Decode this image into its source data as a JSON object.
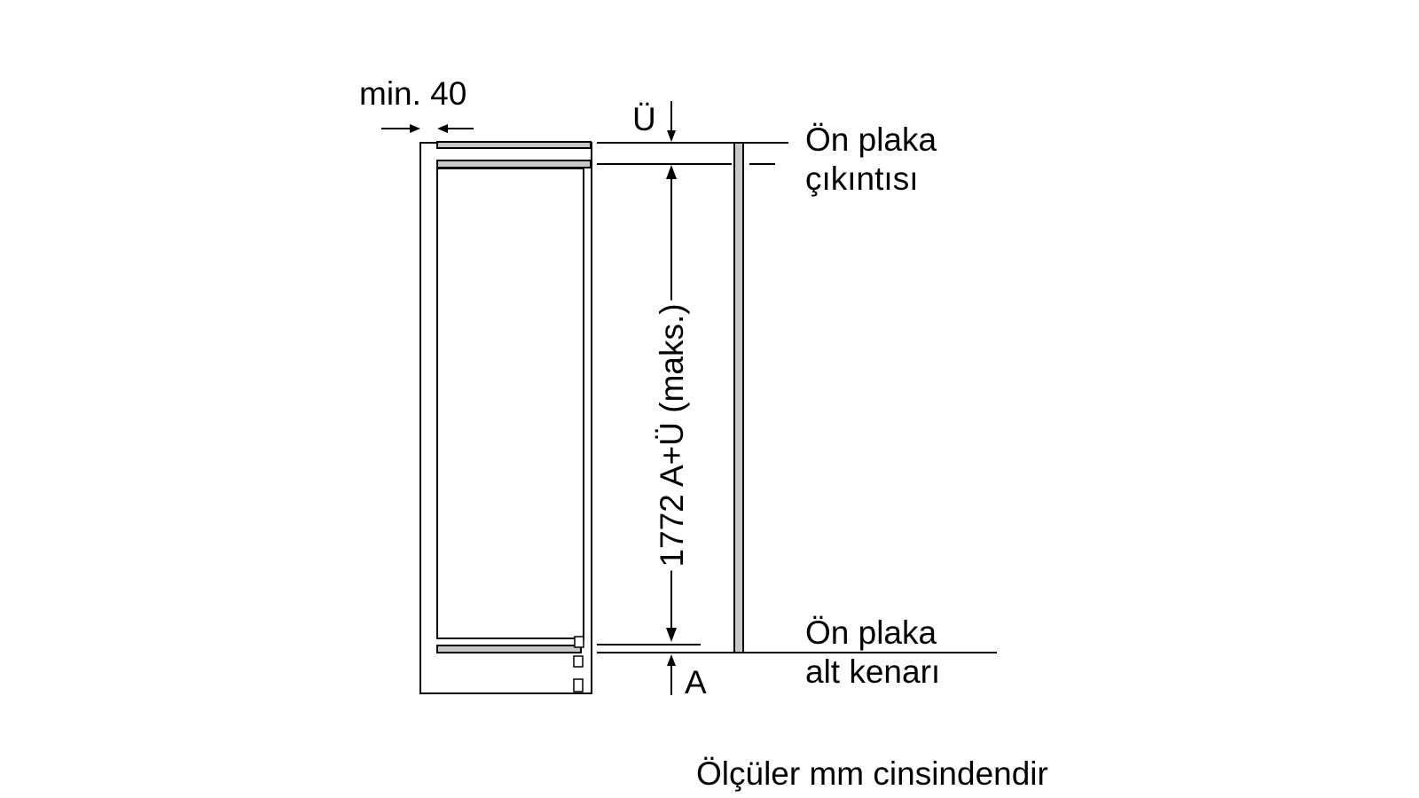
{
  "labels": {
    "min_gap": "min. 40",
    "overhang_symbol": "Ü",
    "front_panel_overhang_line1": "Ön plaka",
    "front_panel_overhang_line2": "çıkıntısı",
    "height_dimension": "1772 A+Ü (maks.)",
    "front_panel_bottom_line1": "Ön plaka",
    "front_panel_bottom_line2": "alt kenarı",
    "bottom_symbol": "A",
    "units_note": "Ölçüler mm cinsindendir"
  },
  "colors": {
    "line": "#000000",
    "panel_fill": "#c8c8c8",
    "background": "#ffffff"
  }
}
